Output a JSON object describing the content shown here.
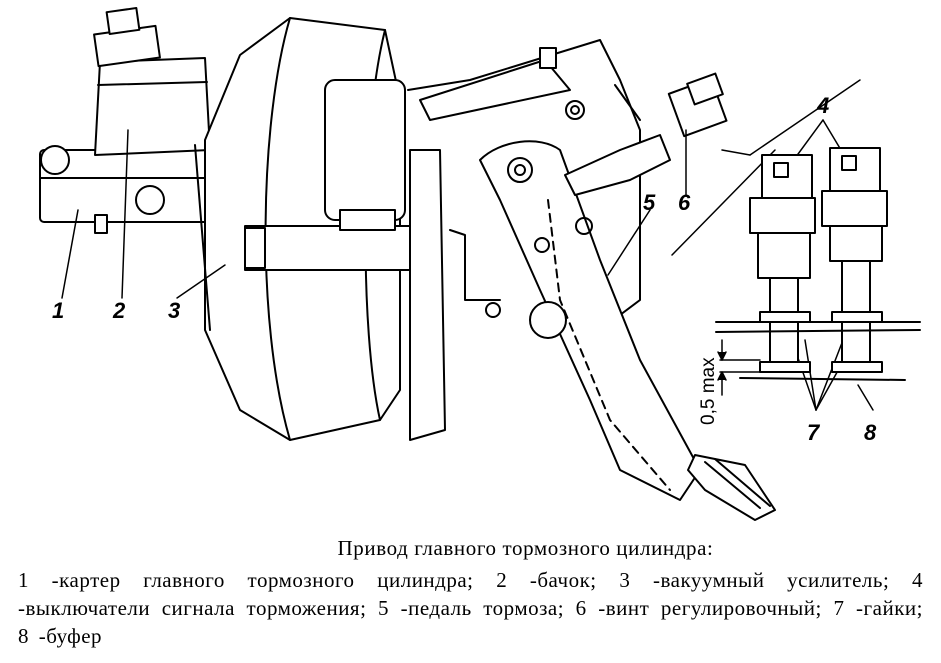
{
  "callouts": {
    "c1": "1",
    "c2": "2",
    "c3": "3",
    "c4": "4",
    "c5": "5",
    "c6": "6",
    "c7": "7",
    "c8": "8"
  },
  "dimension_label": "0,5 max",
  "caption": {
    "title": "Привод главного тормозного цилиндра:",
    "text": "1 -картер главного тормозного цилиндра; 2 -бачок; 3 -вакуумный усилитель; 4 -выключатели сигнала торможения; 5 -педаль тормоза; 6 -винт регулировочный; 7 -гайки; 8 -буфер"
  }
}
